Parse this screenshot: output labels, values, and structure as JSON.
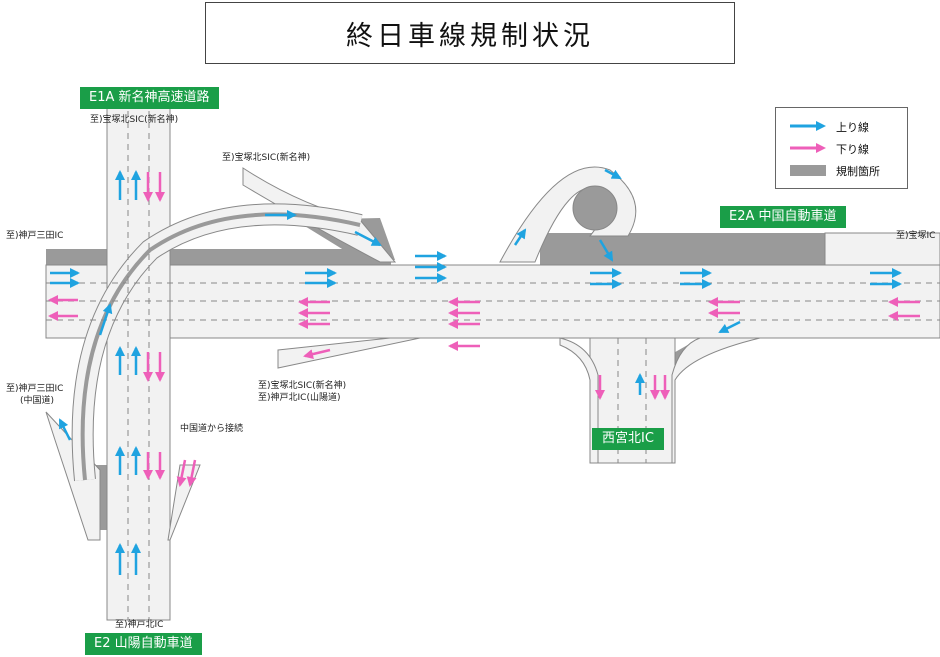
{
  "title": "終日車線規制状況",
  "routes": {
    "e1a": "E1A 新名神高速道路",
    "e2a": "E2A 中国自動車道",
    "e2": "E2 山陽自動車道",
    "ic": "西宮北IC"
  },
  "destinations": {
    "top_route": "至)宝塚北SIC(新名神)",
    "top_ramp": "至)宝塚北SIC(新名神)",
    "west_main": "至)神戸三田IC",
    "east_main": "至)宝塚IC",
    "sw_left_1": "至)神戸三田IC",
    "sw_left_2": "(中国道)",
    "chugoku_connect": "中国道から接続",
    "mid_1": "至)宝塚北SIC(新名神)",
    "mid_2": "至)神戸北IC(山陽道)",
    "bottom": "至)神戸北IC"
  },
  "legend": {
    "up_line": "上り線",
    "down_line": "下り線",
    "restricted": "規制箇所"
  },
  "colors": {
    "up_arrow": "#1fa3e0",
    "down_arrow": "#ee5fb9",
    "restricted": "#9a9a9a",
    "road": "#f2f2f2",
    "route_label": "#1a9e48"
  }
}
